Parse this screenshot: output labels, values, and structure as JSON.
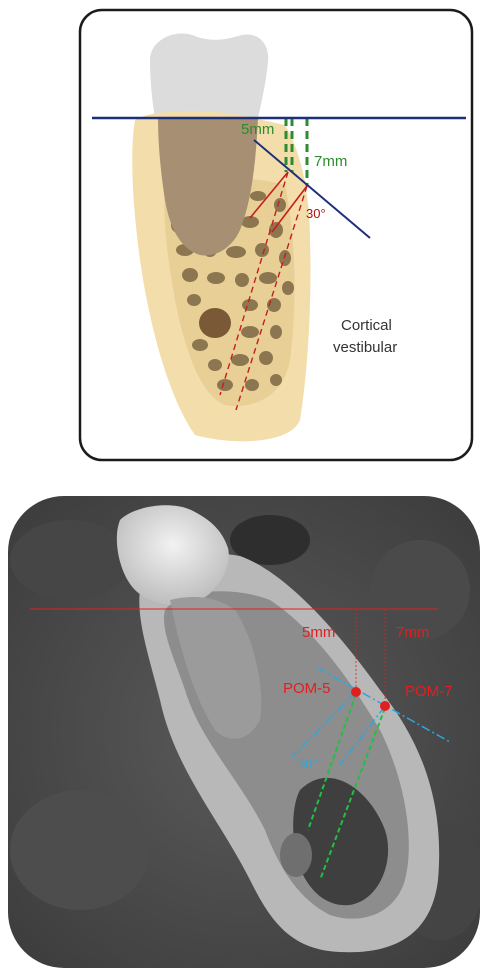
{
  "schematic": {
    "label_5mm": "5mm",
    "label_7mm": "7mm",
    "label_angle": "30°",
    "cortical_line1": "Cortical",
    "cortical_line2": "vestibular"
  },
  "ct_scan": {
    "label_5mm": "5mm",
    "label_7mm": "7mm",
    "point_5": "POM-5",
    "point_7": "POM-7",
    "label_angle": "30°"
  },
  "colors": {
    "reference_line_navy": "#1e2f7a",
    "distance_green": "#2e8b2e",
    "trajectory_red": "#c41e1e",
    "bone_beige": "#f3ddaa",
    "trabecular_brown": "#8c7650",
    "ct_red": "#e02020",
    "ct_blue": "#2aa8e0",
    "ct_green": "#22c040"
  }
}
